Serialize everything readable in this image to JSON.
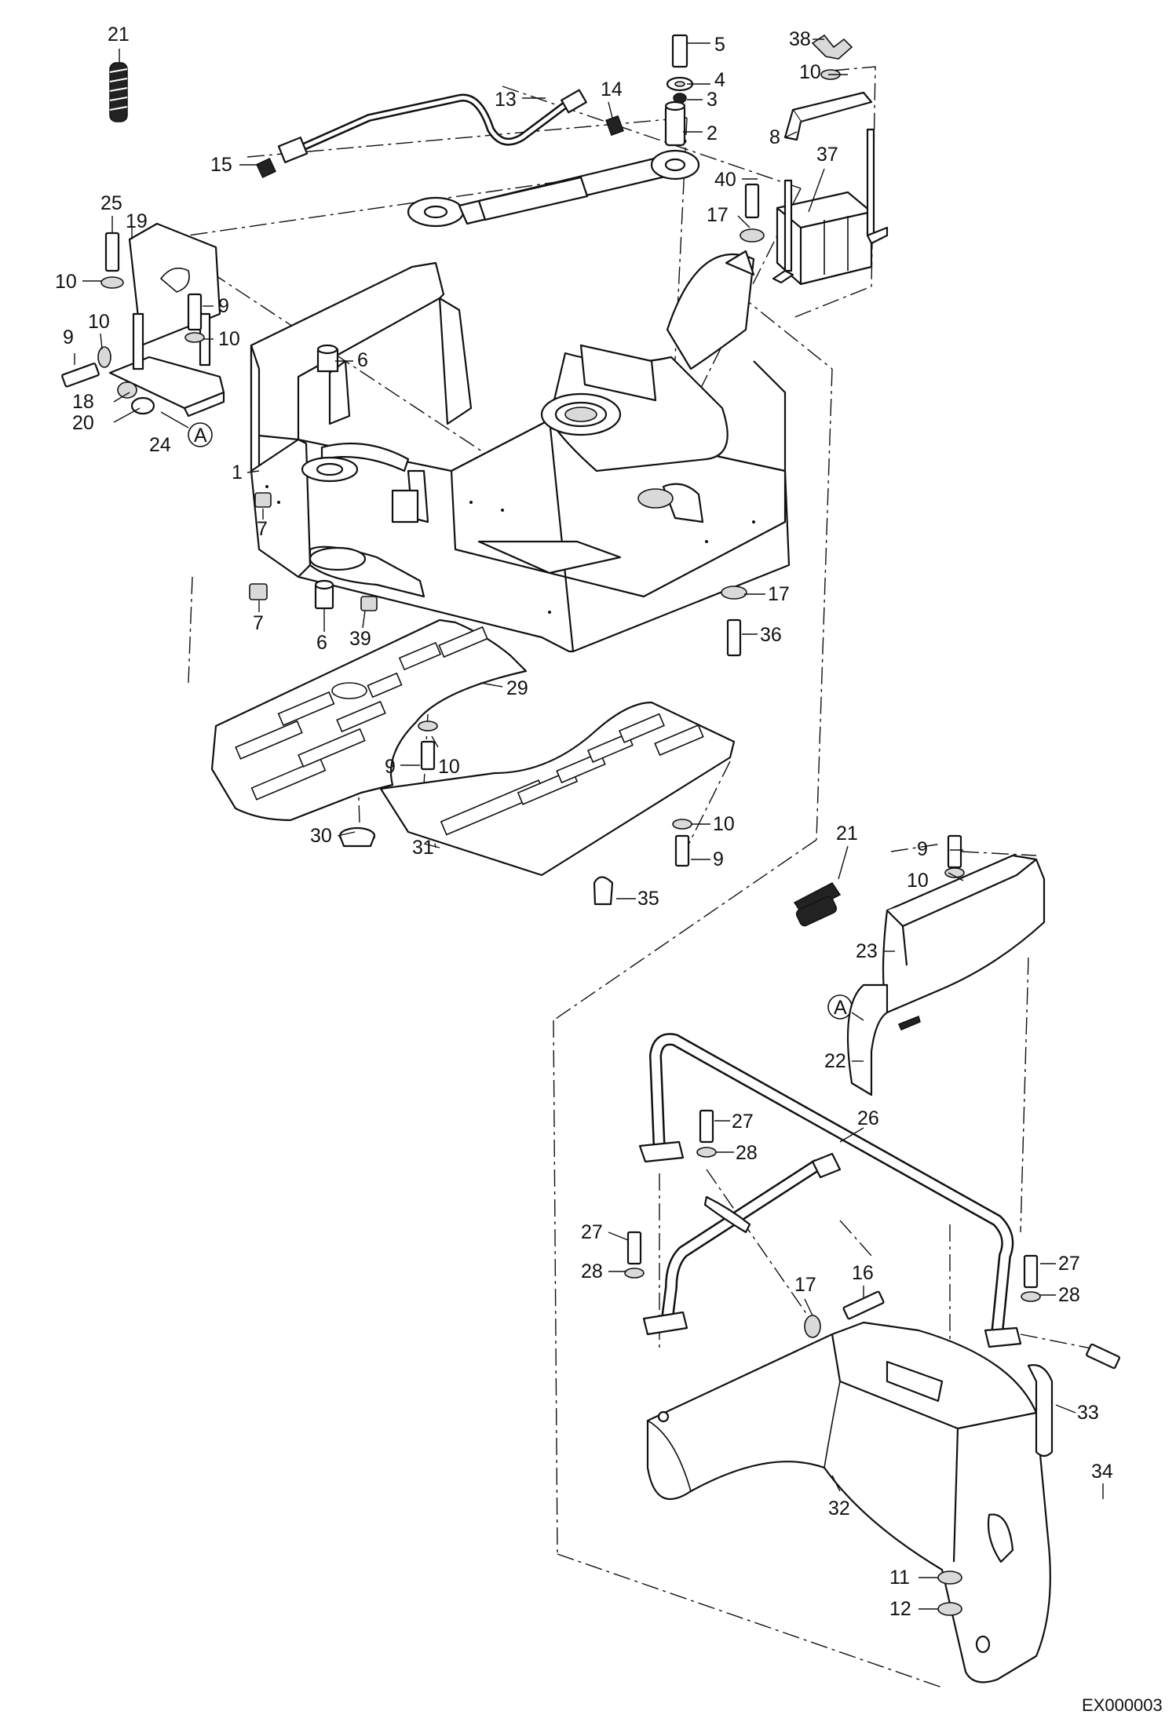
{
  "diagram": {
    "document_id": "EX000003",
    "callout_A": "A",
    "callouts": [
      {
        "id": "c21a",
        "text": "21"
      },
      {
        "id": "c5",
        "text": "5"
      },
      {
        "id": "c38",
        "text": "38"
      },
      {
        "id": "c4",
        "text": "4"
      },
      {
        "id": "c10a",
        "text": "10"
      },
      {
        "id": "c13",
        "text": "13"
      },
      {
        "id": "c14",
        "text": "14"
      },
      {
        "id": "c3",
        "text": "3"
      },
      {
        "id": "c2",
        "text": "2"
      },
      {
        "id": "c8",
        "text": "8"
      },
      {
        "id": "c15",
        "text": "15"
      },
      {
        "id": "c37",
        "text": "37"
      },
      {
        "id": "c40",
        "text": "40"
      },
      {
        "id": "c25",
        "text": "25"
      },
      {
        "id": "c17a",
        "text": "17"
      },
      {
        "id": "c19",
        "text": "19"
      },
      {
        "id": "c10b",
        "text": "10"
      },
      {
        "id": "c9a",
        "text": "9"
      },
      {
        "id": "c10c",
        "text": "10"
      },
      {
        "id": "c10d",
        "text": "10"
      },
      {
        "id": "c9b",
        "text": "9"
      },
      {
        "id": "c6a",
        "text": "6"
      },
      {
        "id": "c18",
        "text": "18"
      },
      {
        "id": "c20",
        "text": "20"
      },
      {
        "id": "c24",
        "text": "24"
      },
      {
        "id": "c1",
        "text": "1"
      },
      {
        "id": "c7a",
        "text": "7"
      },
      {
        "id": "c17b",
        "text": "17"
      },
      {
        "id": "c36",
        "text": "36"
      },
      {
        "id": "c7b",
        "text": "7"
      },
      {
        "id": "c6b",
        "text": "6"
      },
      {
        "id": "c39",
        "text": "39"
      },
      {
        "id": "c29",
        "text": "29"
      },
      {
        "id": "c9c",
        "text": "9"
      },
      {
        "id": "c10e",
        "text": "10"
      },
      {
        "id": "c10f",
        "text": "10"
      },
      {
        "id": "c30",
        "text": "30"
      },
      {
        "id": "c31",
        "text": "31"
      },
      {
        "id": "c9d",
        "text": "9"
      },
      {
        "id": "c21b",
        "text": "21"
      },
      {
        "id": "c9e",
        "text": "9"
      },
      {
        "id": "c10g",
        "text": "10"
      },
      {
        "id": "c35",
        "text": "35"
      },
      {
        "id": "c23",
        "text": "23"
      },
      {
        "id": "c22",
        "text": "22"
      },
      {
        "id": "c26",
        "text": "26"
      },
      {
        "id": "c27a",
        "text": "27"
      },
      {
        "id": "c28a",
        "text": "28"
      },
      {
        "id": "c27b",
        "text": "27"
      },
      {
        "id": "c28b",
        "text": "28"
      },
      {
        "id": "c27c",
        "text": "27"
      },
      {
        "id": "c28c",
        "text": "28"
      },
      {
        "id": "c16",
        "text": "16"
      },
      {
        "id": "c17c",
        "text": "17"
      },
      {
        "id": "c33",
        "text": "33"
      },
      {
        "id": "c34",
        "text": "34"
      },
      {
        "id": "c32",
        "text": "32"
      },
      {
        "id": "c11",
        "text": "11"
      },
      {
        "id": "c12",
        "text": "12"
      }
    ]
  }
}
